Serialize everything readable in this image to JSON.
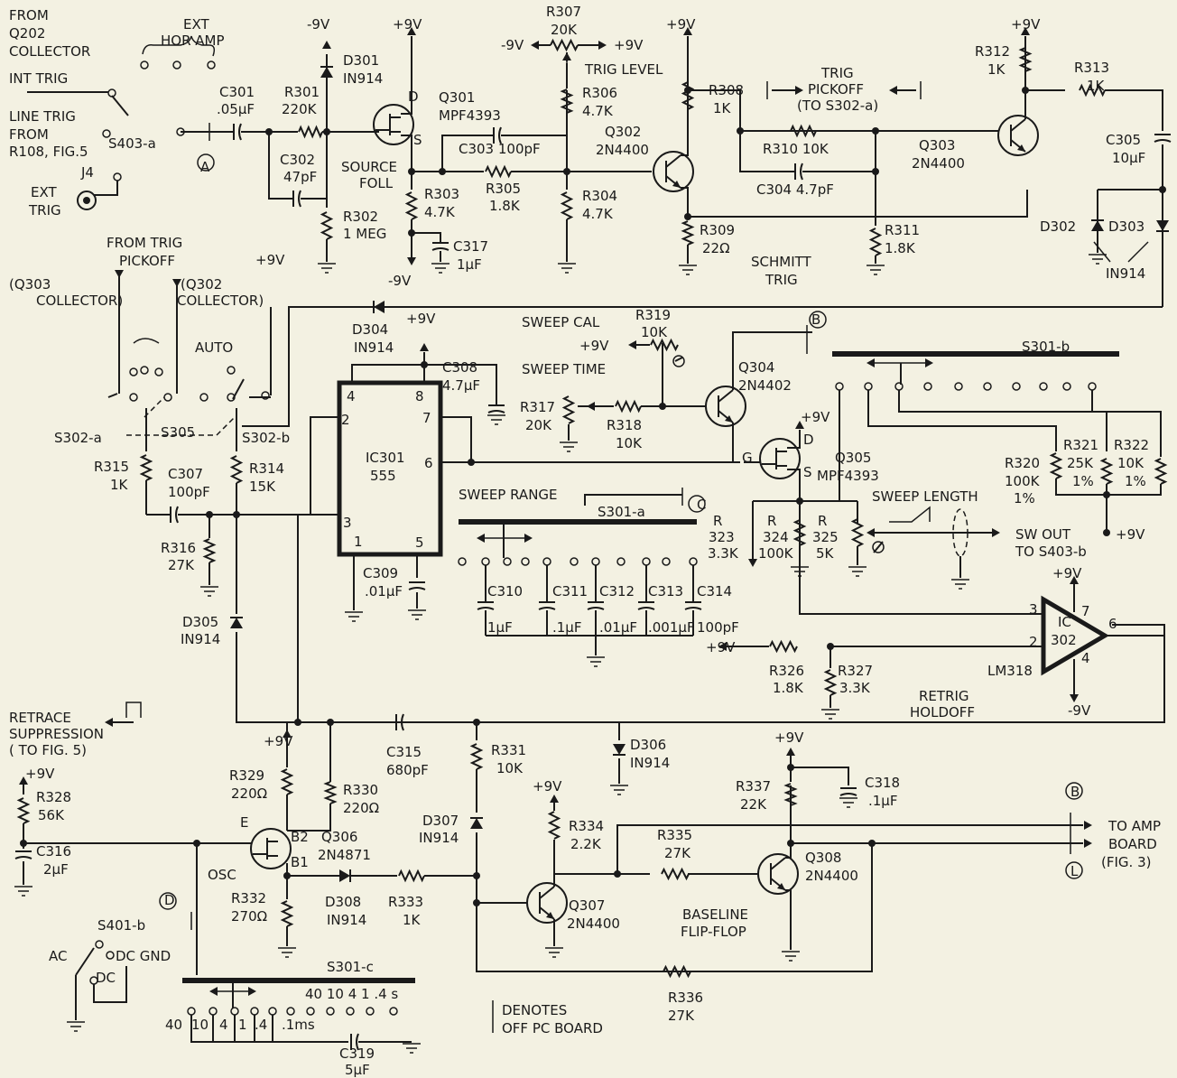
{
  "inputs": {
    "from_q202": [
      "FROM",
      "Q202",
      "COLLECTOR"
    ],
    "ext_hor_amp": [
      "EXT",
      "HOR AMP"
    ],
    "int_trig": "INT TRIG",
    "line_trig": [
      "LINE TRIG",
      "FROM",
      "R108, FIG.5"
    ],
    "s403a": "S403-a",
    "node_a": "A",
    "j4": "J4",
    "ext_trig": [
      "EXT",
      "TRIG"
    ]
  },
  "components": {
    "c301": [
      "C301",
      ".05µF"
    ],
    "r301": [
      "R301",
      "220K"
    ],
    "c302": [
      "C302",
      "47pF"
    ],
    "r302": [
      "R302",
      "1 MEG"
    ],
    "d301": [
      "D301",
      "IN914"
    ],
    "q301": [
      "Q301",
      "MPF4393"
    ],
    "source_foll": [
      "SOURCE",
      "FOLL"
    ],
    "r303": [
      "R303",
      "4.7K"
    ],
    "c317": [
      "C317",
      "1µF"
    ],
    "r307": [
      "R307",
      "20K"
    ],
    "trig_level": "TRIG LEVEL",
    "r306": [
      "R306",
      "4.7K"
    ],
    "c303": "C303 100pF",
    "r305": [
      "R305",
      "1.8K"
    ],
    "r304": [
      "R304",
      "4.7K"
    ],
    "q302": [
      "Q302",
      "2N4400"
    ],
    "r308": [
      "R308",
      "1K"
    ],
    "r309": [
      "R309",
      "22Ω"
    ],
    "trig_pickoff": [
      "TRIG",
      "PICKOFF",
      "(TO S302-a)"
    ],
    "r310": "R310  10K",
    "c304": "C304  4.7pF",
    "r311": [
      "R311",
      "1.8K"
    ],
    "schmitt": [
      "SCHMITT",
      "TRIG"
    ],
    "r312": [
      "R312",
      "1K"
    ],
    "q303": [
      "Q303",
      "2N4400"
    ],
    "r313": [
      "R313",
      "1K"
    ],
    "c305": [
      "C305",
      "10µF"
    ],
    "d302": "D302",
    "d303": "D303",
    "in914_pair": "IN914",
    "from_trig_pickoff": [
      "FROM TRIG",
      "PICKOFF"
    ],
    "q303_coll": [
      "(Q303",
      "COLLECTOR)"
    ],
    "q302_coll": [
      "(Q302",
      "COLLECTOR)"
    ],
    "auto": "AUTO",
    "s302a": "S302-a",
    "s305": "S305",
    "s302b": "S302-b",
    "r315": [
      "R315",
      "1K"
    ],
    "c307": [
      "C307",
      "100pF"
    ],
    "r314": [
      "R314",
      "15K"
    ],
    "r316": [
      "R316",
      "27K"
    ],
    "d304": [
      "D304",
      "IN914"
    ],
    "c308": [
      "C308",
      "4.7µF"
    ],
    "ic301": [
      "IC301",
      "555"
    ],
    "c309": [
      "C309",
      ".01µF"
    ],
    "d305": [
      "D305",
      "IN914"
    ],
    "sweep_cal": "SWEEP CAL",
    "r319": [
      "R319",
      "10K"
    ],
    "sweep_time": "SWEEP TIME",
    "r317": [
      "R317",
      "20K"
    ],
    "r318": [
      "R318",
      "10K"
    ],
    "q304": [
      "Q304",
      "2N4402"
    ],
    "node_b": "B",
    "s301b": "S301-b",
    "r320": [
      "R320",
      "100K",
      "1%"
    ],
    "r321": [
      "R321",
      "25K",
      "1%"
    ],
    "r322": [
      "R322",
      "10K",
      "1%"
    ],
    "q305": [
      "Q305",
      "MPF4393"
    ],
    "sweep_range": "SWEEP RANGE",
    "s301a": "S301-a",
    "node_c": "C",
    "c310": [
      "C310",
      "1µF"
    ],
    "c311": [
      "C311",
      ".1µF"
    ],
    "c312": [
      "C312",
      ".01µF"
    ],
    "c313": [
      "C313",
      ".001µF"
    ],
    "c314": [
      "C314",
      "100pF"
    ],
    "r323": [
      "R",
      "323",
      "3.3K"
    ],
    "r324": [
      "R",
      "324",
      "100K"
    ],
    "r325": [
      "R",
      "325",
      "5K"
    ],
    "sweep_length": "SWEEP LENGTH",
    "sw_out": [
      "SW OUT",
      "TO S403-b"
    ],
    "ic302": [
      "IC",
      "302",
      "LM318"
    ],
    "r326": [
      "R326",
      "1.8K"
    ],
    "r327": [
      "R327",
      "3.3K"
    ],
    "retrig": [
      "RETRIG",
      "HOLDOFF"
    ],
    "retrace": [
      "RETRACE",
      "SUPPRESSION",
      "( TO FIG. 5)"
    ],
    "r328": [
      "R328",
      "56K"
    ],
    "c316": [
      "C316",
      "2µF"
    ],
    "r329": [
      "R329",
      "220Ω"
    ],
    "r330": [
      "R330",
      "220Ω"
    ],
    "q306": [
      "Q306",
      "2N4871"
    ],
    "pin_e": "E",
    "pin_b2": "B2",
    "pin_b1": "B1",
    "osc": "OSC",
    "r332": [
      "R332",
      "270Ω"
    ],
    "d308": [
      "D308",
      "IN914"
    ],
    "r333": [
      "R333",
      "1K"
    ],
    "c315": [
      "C315",
      "680pF"
    ],
    "d306": [
      "D306",
      "IN914"
    ],
    "r331": [
      "R331",
      "10K"
    ],
    "d307": [
      "D307",
      "IN914"
    ],
    "r334": [
      "R334",
      "2.2K"
    ],
    "q307": [
      "Q307",
      "2N4400"
    ],
    "r335": [
      "R335",
      "27K"
    ],
    "r337": [
      "R337",
      "22K"
    ],
    "c318": [
      "C318",
      ".1µF"
    ],
    "q308": [
      "Q308",
      "2N4400"
    ],
    "baseline": [
      "BASELINE",
      "FLIP-FLOP"
    ],
    "to_amp": [
      "TO AMP",
      "BOARD",
      "(FIG. 3)"
    ],
    "node_l": "L",
    "r336": [
      "R336",
      "27K"
    ],
    "node_d": "D",
    "s401b": "S401-b",
    "ac": "AC",
    "dc_gnd": "DC GND",
    "dc": "DC",
    "s301c": "S301-c",
    "s301c_upper": "40 10 4   1  .4  s",
    "s301c_lower": [
      "40",
      "10",
      "4",
      "1",
      ".4",
      ".1ms"
    ],
    "c319": [
      "C319",
      "5µF"
    ],
    "denotes": [
      "DENOTES",
      "OFF PC BOARD"
    ]
  },
  "rails": {
    "plus9": "+9V",
    "minus9": "-9V"
  },
  "pins": {
    "ic301_4": "4",
    "ic301_8": "8",
    "ic301_2": "2",
    "ic301_7": "7",
    "ic301_6": "6",
    "ic301_3": "3",
    "ic301_1": "1",
    "ic301_5": "5",
    "ic302_3": "3",
    "ic302_2": "2",
    "ic302_7": "7",
    "ic302_6": "6",
    "ic302_4": "4",
    "q301_d": "D",
    "q301_s": "S",
    "q305_d": "D",
    "q305_s": "S",
    "q305_g": "G"
  }
}
